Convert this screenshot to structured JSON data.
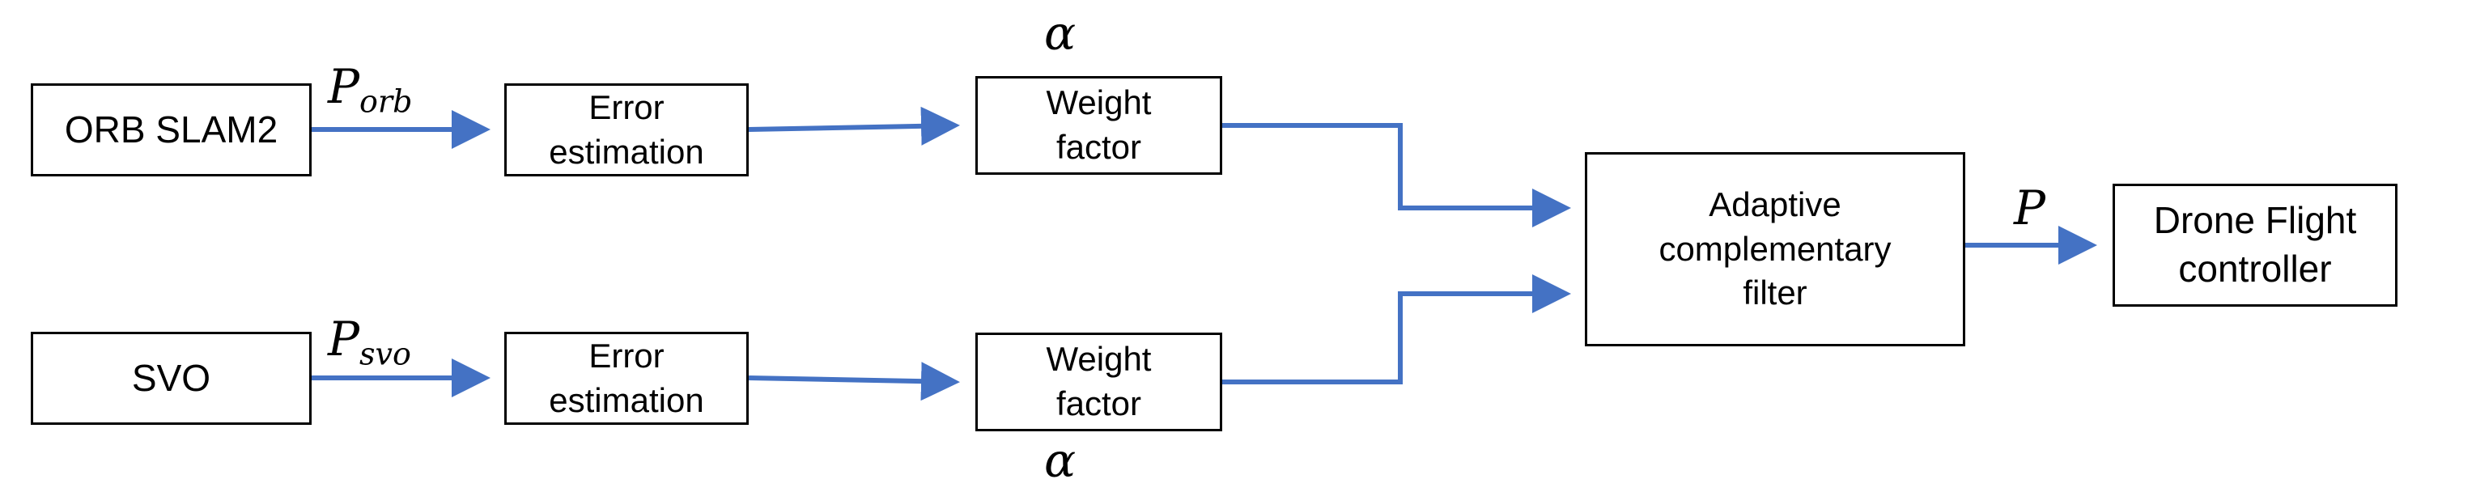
{
  "colors": {
    "arrow": "#4472c4",
    "box_border": "#000000",
    "text": "#000000"
  },
  "blocks": {
    "orb_slam2": "ORB SLAM2",
    "svo": "SVO",
    "error_estimation_top": "Error\nestimation",
    "error_estimation_bottom": "Error\nestimation",
    "weight_factor_top": "Weight\nfactor",
    "weight_factor_bottom": "Weight\nfactor",
    "adaptive_filter": "Adaptive\ncomplementary\nfilter",
    "drone_controller": "Drone Flight\ncontroller"
  },
  "signals": {
    "p_orb": {
      "symbol": "P",
      "subscript": "orb"
    },
    "p_svo": {
      "symbol": "P",
      "subscript": "svo"
    },
    "alpha_top": "α",
    "alpha_bottom": "α",
    "p_out": "P"
  }
}
